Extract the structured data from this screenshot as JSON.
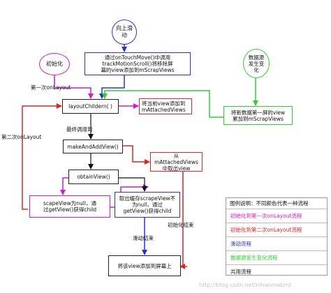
{
  "colors": {
    "scroll": "#2b33c8",
    "first_layout": "#d419d4",
    "second_layout": "#e42222",
    "data_change": "#33cc33",
    "common": "#111111"
  },
  "nodes": {
    "scroll_start": "向上滑\n动",
    "init": "初始化",
    "data_change": "数据源\n发生变\n化",
    "touch_move": "通过onTouchMove()中调用\ntrackMotionScroll()将移除屏\n幕的view添加到mScrapViews",
    "layout_children": "layoutChildern( )",
    "add_attached": "将当前view添加到\nmAttachedViews",
    "add_scrap": "将新数据第一屏的view\n累加到mScrapViews",
    "make_and_add": "makeAndAddView()",
    "from_attached": "从\nmAttachedViews\n中取出view",
    "obtain_view": "obtainView()",
    "scrap_null": "scapeView为null，通\n过getView()获得child",
    "take_scrap": "取出缓存scrapeView不\n为null，通过\ngetView()获得child",
    "add_screen": "将该view添加到屏幕上"
  },
  "labels": {
    "first_layout": "第一次onLayout",
    "second_layout": "第二次onLayout",
    "final_call": "最终调用到",
    "init_end": "初始化结束",
    "scroll_end": "滑动结束"
  },
  "legend": {
    "title": "图例说明：不同颜色代表一种流程",
    "items": [
      {
        "label": "初始化到第一次onLayout流程",
        "color": "#d419d4"
      },
      {
        "label": "初始化到第二次onLayout流程",
        "color": "#e42222"
      },
      {
        "label": "滑动流程",
        "color": "#2b33c8"
      },
      {
        "label": "数据源发生变化流程",
        "color": "#33cc33"
      },
      {
        "label": "共用流程",
        "color": "#111111"
      }
    ]
  },
  "watermark": "http://blog.csdn.net/nihaomabmt"
}
